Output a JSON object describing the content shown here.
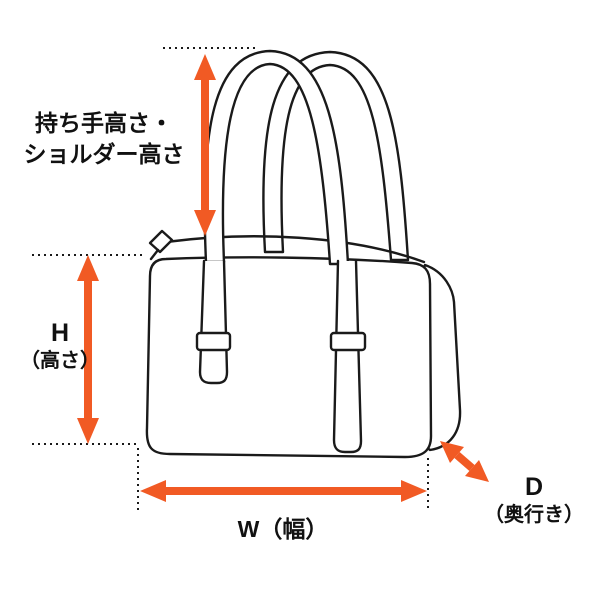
{
  "diagram": {
    "colors": {
      "arrow": "#F15A24",
      "line": "#1A1A1A",
      "background": "#FFFFFF"
    },
    "labels": {
      "handle_height": {
        "line1": "持ち手高さ・",
        "line2": "ショルダー高さ"
      },
      "height": {
        "letter": "H",
        "unit": "（高さ）"
      },
      "width": {
        "text": "W（幅）"
      },
      "depth": {
        "letter": "D",
        "unit": "（奥行き）"
      }
    }
  }
}
